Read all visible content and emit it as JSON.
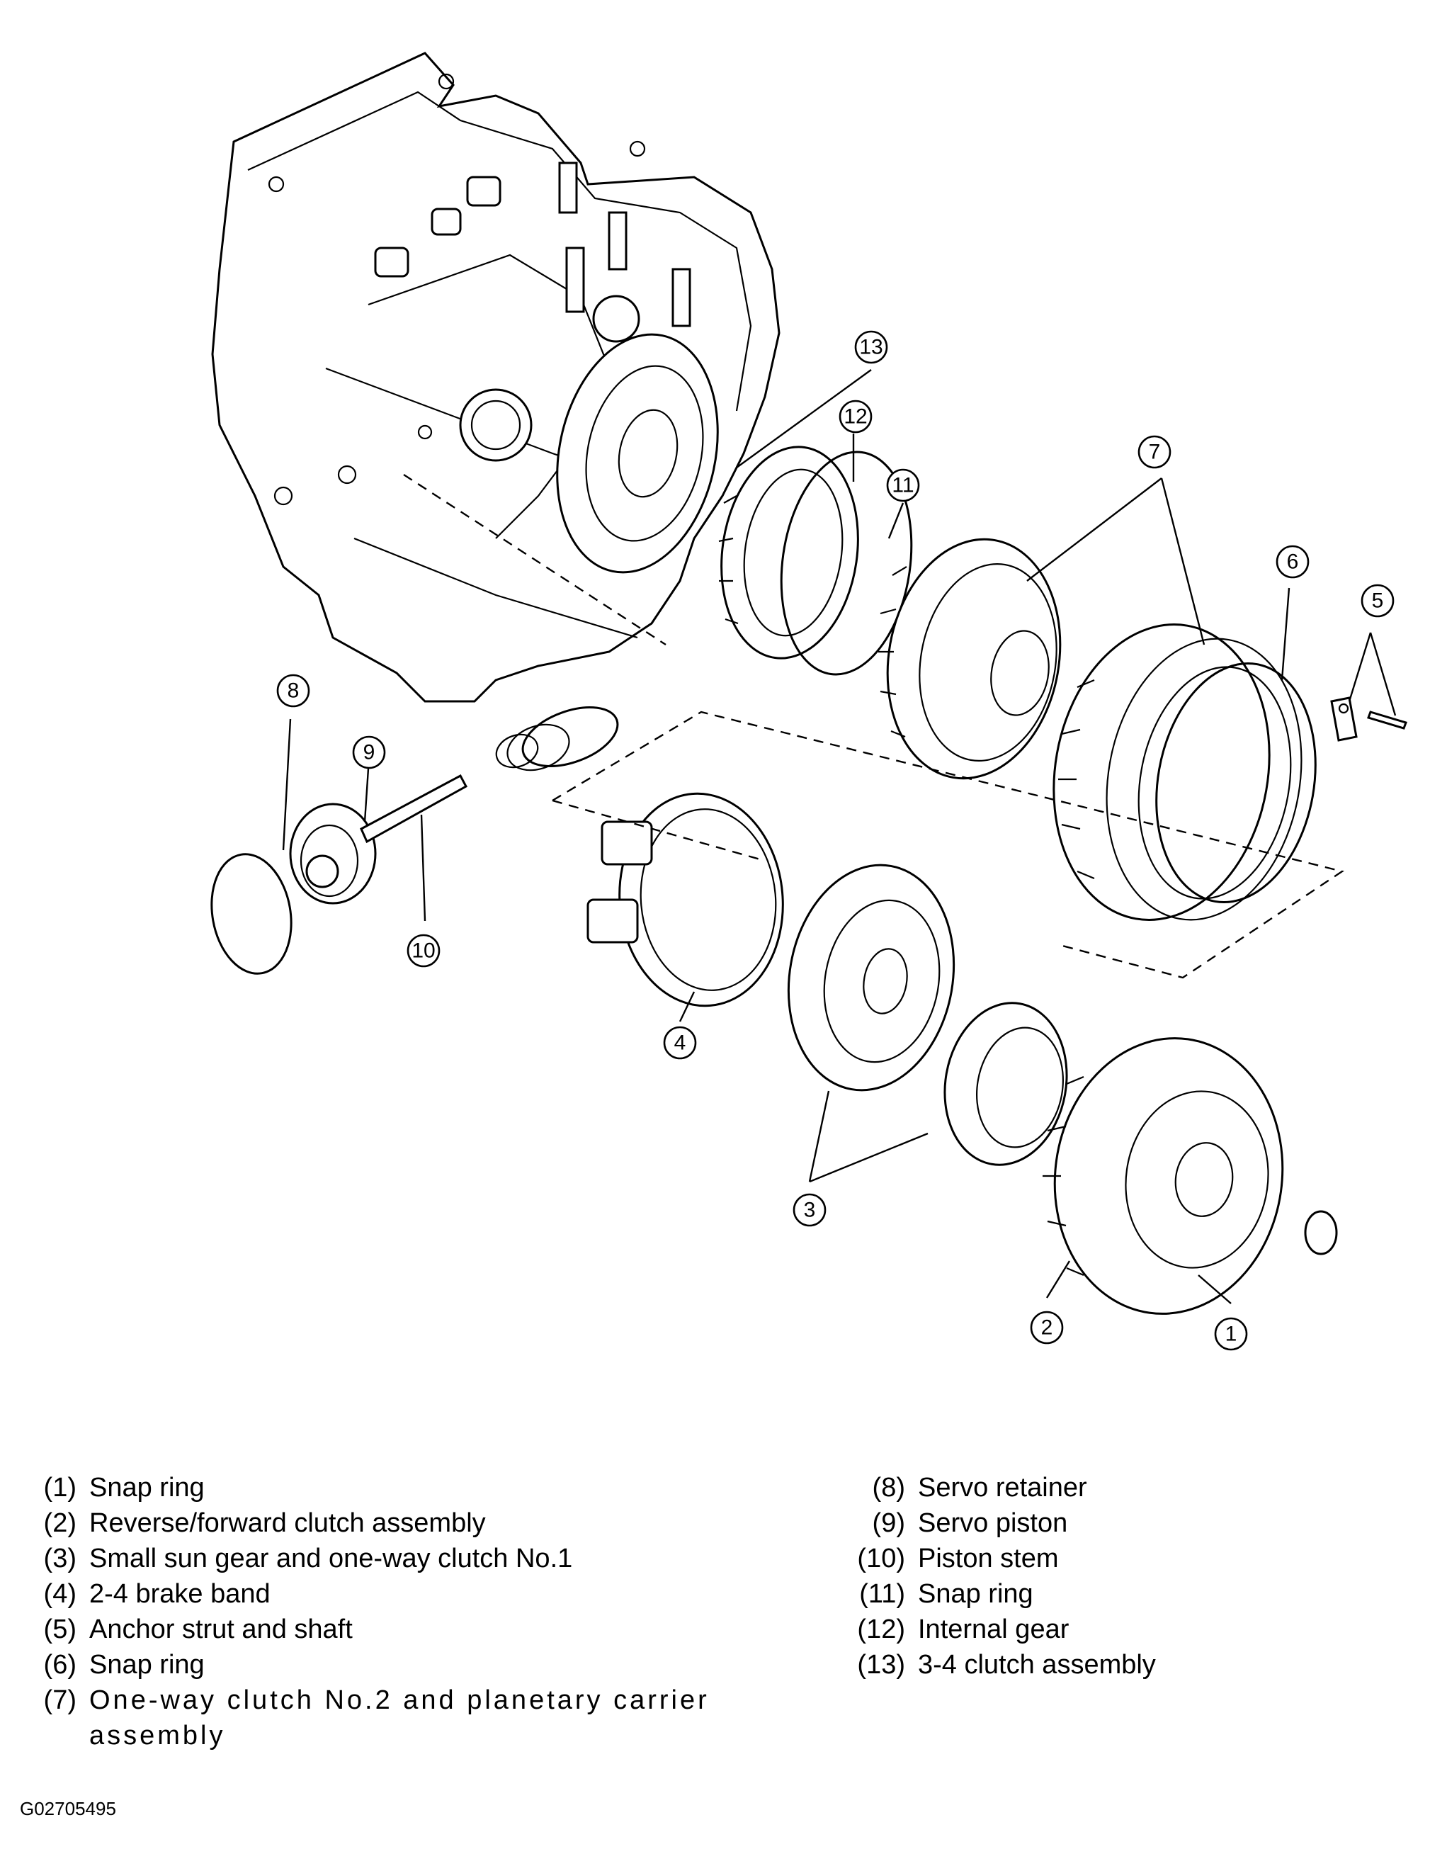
{
  "diagram": {
    "callouts": [
      {
        "label": "1"
      },
      {
        "label": "2"
      },
      {
        "label": "3"
      },
      {
        "label": "4"
      },
      {
        "label": "5"
      },
      {
        "label": "6"
      },
      {
        "label": "7"
      },
      {
        "label": "8"
      },
      {
        "label": "9"
      },
      {
        "label": "10"
      },
      {
        "label": "11"
      },
      {
        "label": "12"
      },
      {
        "label": "13"
      }
    ]
  },
  "legend": {
    "items": [
      {
        "num": "(1)",
        "text": "Snap ring"
      },
      {
        "num": "(2)",
        "text": "Reverse/forward clutch assembly"
      },
      {
        "num": "(3)",
        "text": "Small sun gear and one-way clutch No.1"
      },
      {
        "num": "(4)",
        "text": "2-4 brake band"
      },
      {
        "num": "(5)",
        "text": "Anchor strut and shaft"
      },
      {
        "num": "(6)",
        "text": "Snap ring"
      },
      {
        "num": "(7)",
        "text": "One-way clutch No.2 and planetary carrier assembly"
      },
      {
        "num": "(8)",
        "text": "Servo retainer"
      },
      {
        "num": "(9)",
        "text": "Servo piston"
      },
      {
        "num": "(10)",
        "text": "Piston stem"
      },
      {
        "num": "(11)",
        "text": "Snap ring"
      },
      {
        "num": "(12)",
        "text": "Internal gear"
      },
      {
        "num": "(13)",
        "text": "3-4 clutch assembly"
      }
    ]
  },
  "figure_id": "G02705495"
}
